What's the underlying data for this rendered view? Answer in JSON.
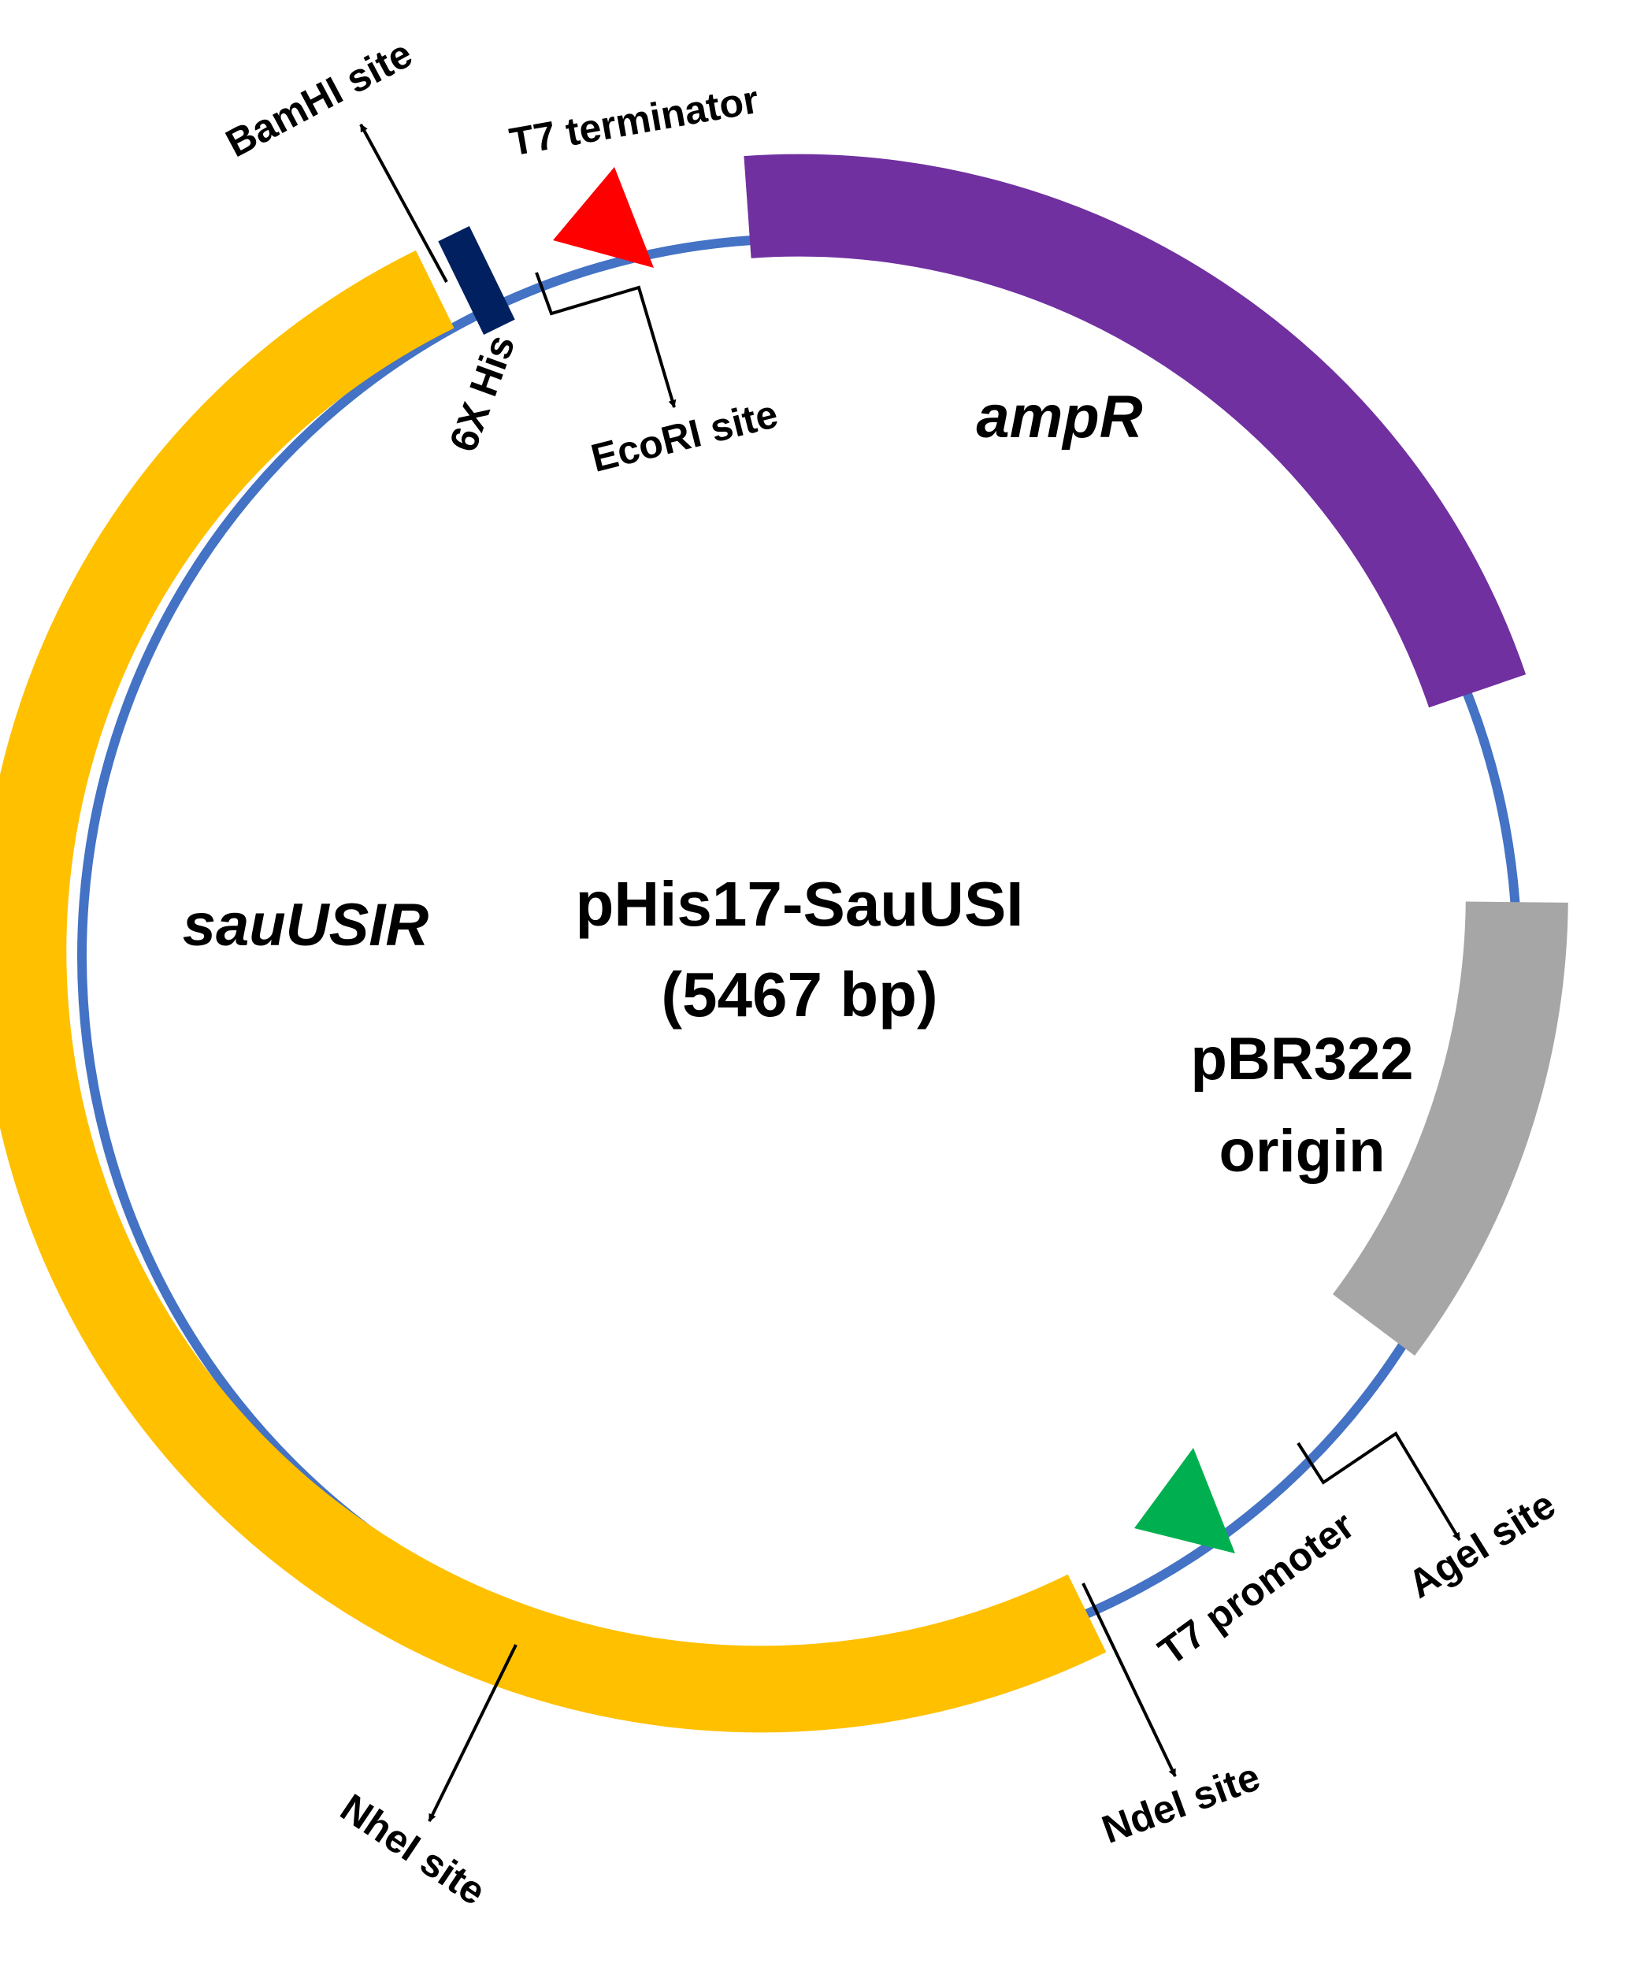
{
  "plasmid": {
    "name": "pHis17-SauUSI",
    "size": "(5467 bp)"
  },
  "features": {
    "sauusir": "sauUSIR",
    "ampr": "ampR",
    "pbr322_line1": "pBR322",
    "pbr322_line2": "origin",
    "his_tag": "6X His",
    "t7_terminator": "T7 terminator",
    "t7_promoter": "T7 promoter"
  },
  "sites": {
    "bamhi": "BamHI site",
    "ecori": "EcoRI site",
    "agei": "AgeI site",
    "ndei": "NdeI site",
    "nhei": "NheI site"
  },
  "colors": {
    "backbone": "#4472C4",
    "sauusir": "#FFC000",
    "ampr": "#7030A0",
    "pbr322": "#A6A6A6",
    "his_tag": "#002060",
    "t7_terminator": "#FF0000",
    "t7_promoter": "#00B050"
  }
}
